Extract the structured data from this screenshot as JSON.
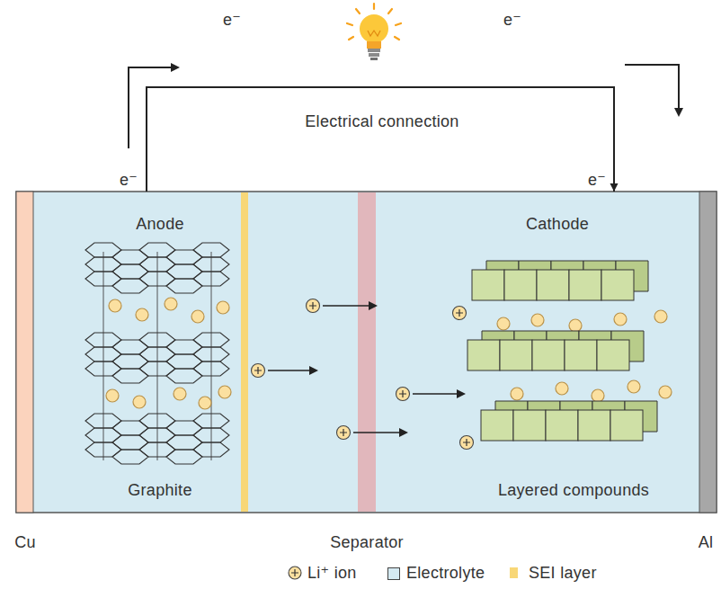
{
  "diagram": {
    "nodes": [
      {
        "text": [
          "Anode",
          "Graphite"
        ]
      },
      {
        "text": [
          "Cathode",
          "Layered compounds"
        ]
      }
    ],
    "edges": [
      {
        "from": 0,
        "to": 1,
        "arrow": "to",
        "label": "Electrical connection"
      }
    ],
    "labels": [
      "e⁻",
      "e⁻",
      "e⁻",
      "e⁻",
      "Cu",
      "Separator",
      "Al"
    ],
    "legend": [
      {
        "text": "Li⁺ ion"
      },
      {
        "text": "Electrolyte",
        "color": "#d5eaf2"
      },
      {
        "text": "SEI layer",
        "color": "#f8d777"
      }
    ]
  }
}
